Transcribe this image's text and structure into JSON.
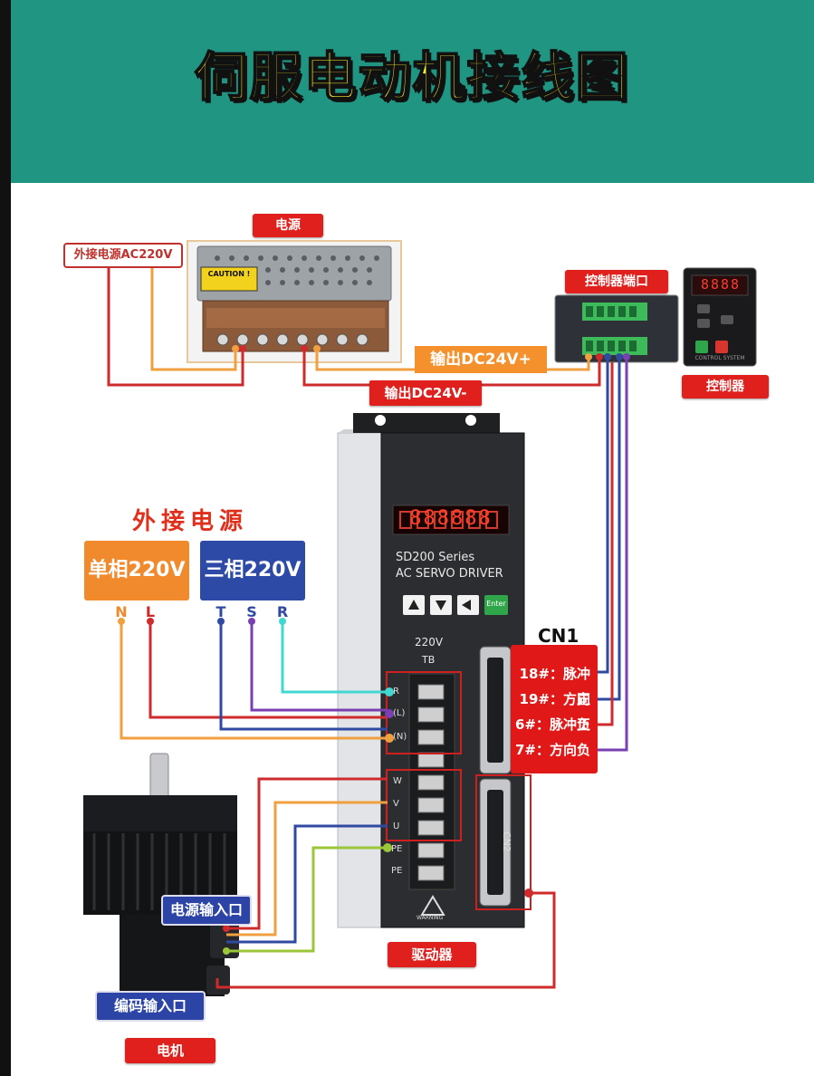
{
  "header": {
    "title": "伺服电动机接线图"
  },
  "power_supply": {
    "label": "电源",
    "ac_input_label": "外接电源AC220V",
    "caution_label": "CAUTION !",
    "output_plus_label": "输出DC24V+",
    "output_minus_label": "输出DC24V-"
  },
  "controller": {
    "port_label": "控制器端口",
    "label": "控制器",
    "display": "8888",
    "caption": "CONTROL SYSTEM"
  },
  "external_power": {
    "title": "外接电源",
    "single_phase": "单相220V",
    "three_phase": "三相220V",
    "single_terminals": [
      "N",
      "L"
    ],
    "three_terminals": [
      "T",
      "S",
      "R"
    ]
  },
  "driver": {
    "series": "SD200 Series",
    "model": "AC SERVO DRIVER",
    "display": "888888",
    "enter_label": "Enter",
    "voltage": "220V",
    "tb_label": "TB",
    "input_terminals": [
      "R",
      "(L)",
      "(N)"
    ],
    "motor_terminals": [
      "W",
      "V",
      "U",
      "PE",
      "PE"
    ],
    "warning": "WARNING",
    "cn2_label": "CN2",
    "label": "驱动器"
  },
  "cn1": {
    "title": "CN1",
    "pins": [
      "18#：脉冲正",
      "19#：方向正",
      "6#：脉冲负",
      "7#：方向负"
    ]
  },
  "motor": {
    "power_input": "电源输入口",
    "encoder_input": "编码输入口",
    "label": "电机"
  },
  "colors": {
    "header_bg": "#1f9582",
    "title_yellow": "#f7ee2c",
    "tag_red": "#e0201c",
    "wire_red": "#d0262a",
    "wire_orange": "#f0a040",
    "wire_blue": "#2f4aa0",
    "wire_purple": "#7a3fb0",
    "wire_cyan": "#40d8d0",
    "wire_green": "#9cc63a"
  }
}
